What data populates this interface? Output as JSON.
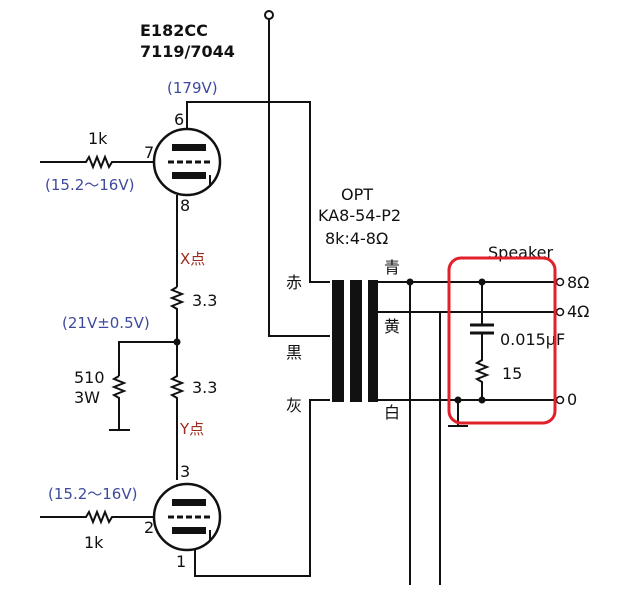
{
  "tube": {
    "type": "E182CC",
    "alt_types": "7119/7044",
    "top": {
      "plate_pin": "6",
      "grid_pin": "7",
      "cathode_pin": "8",
      "plate_voltage": "(179V)",
      "grid_voltage": "(15.2～16V)",
      "grid_resistor": "1k"
    },
    "bottom": {
      "plate_pin": "3",
      "grid_pin": "2",
      "cathode_pin": "1",
      "grid_voltage": "(15.2～16V)",
      "grid_resistor": "1k"
    }
  },
  "cathode_network": {
    "x_point": "X点",
    "y_point": "Y点",
    "upper_resistor": "3.3",
    "lower_resistor": "3.3",
    "mid_voltage": "(21V±0.5V)",
    "bleeder_value": "510",
    "bleeder_power": "3W"
  },
  "transformer": {
    "label": "OPT",
    "model": "KA8-54-P2",
    "impedance": "8k:4-8Ω",
    "wire_red": "赤",
    "wire_black": "黒",
    "wire_gray": "灰",
    "wire_blue": "青",
    "wire_yellow": "黄",
    "wire_white": "白"
  },
  "speaker": {
    "label": "Speaker",
    "tap_8": "8Ω",
    "tap_4": "4Ω",
    "tap_0": "0",
    "capacitor": "0.015μF",
    "resistor": "15"
  },
  "colors": {
    "voltage_annotation": "#3e4b9c",
    "point_annotation": "#9b2a1e",
    "highlight_box": "#e0202a",
    "wire": "#111111"
  }
}
